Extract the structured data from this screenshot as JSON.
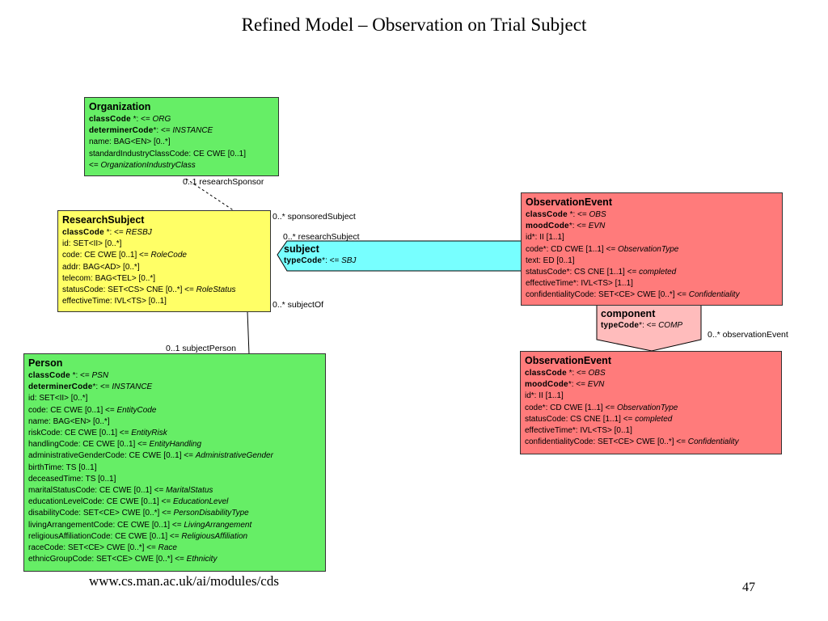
{
  "slide": {
    "title": "Refined Model – Observation on Trial Subject",
    "footer_url": "www.cs.man.ac.uk/ai/modules/cds",
    "page_number": "47"
  },
  "colors": {
    "organization": "#66ee66",
    "research_subject": "#ffff66",
    "person": "#66ee66",
    "observation_event": "#ff7b7b",
    "subject_participation": "#77ffff",
    "component_relationship": "#ffbcbc"
  },
  "organization": {
    "name": "Organization",
    "attrs": [
      [
        {
          "t": "classCode",
          "s": "b"
        },
        {
          "t": "  *: <= "
        },
        {
          "t": "ORG",
          "s": "i"
        }
      ],
      [
        {
          "t": "determinerCode",
          "s": "b"
        },
        {
          "t": "*: <= "
        },
        {
          "t": "INSTANCE",
          "s": "i"
        }
      ],
      [
        {
          "t": "name: BAG<EN> [0..*]"
        }
      ],
      [
        {
          "t": "standardIndustryClassCode: CE CWE [0..1]"
        }
      ],
      [
        {
          "t": " <= "
        },
        {
          "t": "OrganizationIndustryClass",
          "s": "i"
        }
      ]
    ]
  },
  "research_subject": {
    "name": "ResearchSubject",
    "attrs": [
      [
        {
          "t": "classCode",
          "s": "b"
        },
        {
          "t": "  *: <= "
        },
        {
          "t": "RESBJ",
          "s": "i"
        }
      ],
      [
        {
          "t": "id: SET<II> [0..*]"
        }
      ],
      [
        {
          "t": "code: CE CWE [0..1] <= "
        },
        {
          "t": "RoleCode",
          "s": "i"
        }
      ],
      [
        {
          "t": "addr:  BAG<AD>  [0..*]"
        }
      ],
      [
        {
          "t": "telecom: BAG<TEL> [0..*]"
        }
      ],
      [
        {
          "t": "statusCode: SET<CS> CNE [0..*] <= "
        },
        {
          "t": "RoleStatus",
          "s": "i"
        }
      ],
      [
        {
          "t": "effectiveTime:  IVL<TS>  [0..1]"
        }
      ]
    ]
  },
  "person": {
    "name": "Person",
    "attrs": [
      [
        {
          "t": "classCode",
          "s": "b"
        },
        {
          "t": "  *: <= "
        },
        {
          "t": "PSN",
          "s": "i"
        }
      ],
      [
        {
          "t": "determinerCode",
          "s": "b"
        },
        {
          "t": "*: <= "
        },
        {
          "t": "INSTANCE",
          "s": "i"
        }
      ],
      [
        {
          "t": "id: SET<II> [0..*]"
        }
      ],
      [
        {
          "t": "code: CE CWE [0..1] <= "
        },
        {
          "t": "EntityCode",
          "s": "i"
        }
      ],
      [
        {
          "t": "name: BAG<EN> [0..*]"
        }
      ],
      [
        {
          "t": "riskCode: CE CWE [0..1] <= "
        },
        {
          "t": "EntityRisk",
          "s": "i"
        }
      ],
      [
        {
          "t": "handlingCode: CE CWE [0..1] <= "
        },
        {
          "t": "EntityHandling",
          "s": "i"
        }
      ],
      [
        {
          "t": "administrativeGenderCode: CE CWE [0..1] <= "
        },
        {
          "t": "AdministrativeGender",
          "s": "i"
        }
      ],
      [
        {
          "t": "birthTime: TS [0..1]"
        }
      ],
      [
        {
          "t": "deceasedTime: TS [0..1]"
        }
      ],
      [
        {
          "t": "maritalStatusCode: CE CWE [0..1] <= "
        },
        {
          "t": "MaritalStatus",
          "s": "i"
        }
      ],
      [
        {
          "t": "educationLevelCode: CE CWE [0..1] <= "
        },
        {
          "t": "EducationLevel",
          "s": "i"
        }
      ],
      [
        {
          "t": "disabilityCode: SET<CE> CWE [0..*] <= "
        },
        {
          "t": "PersonDisabilityType",
          "s": "i"
        }
      ],
      [
        {
          "t": "livingArrangementCode: CE CWE [0..1] <= "
        },
        {
          "t": "LivingArrangement",
          "s": "i"
        }
      ],
      [
        {
          "t": "religiousAffiliationCode: CE CWE [0..1] <= "
        },
        {
          "t": "ReligiousAffiliation",
          "s": "i"
        }
      ],
      [
        {
          "t": "raceCode: SET<CE> CWE [0..*] <= "
        },
        {
          "t": "Race",
          "s": "i"
        }
      ],
      [
        {
          "t": "ethnicGroupCode: SET<CE> CWE [0..*] <= "
        },
        {
          "t": "Ethnicity",
          "s": "i"
        }
      ]
    ]
  },
  "observation_event_top": {
    "name": "ObservationEvent",
    "attrs": [
      [
        {
          "t": "classCode",
          "s": "b"
        },
        {
          "t": "  *: <= "
        },
        {
          "t": "OBS",
          "s": "i"
        }
      ],
      [
        {
          "t": "moodCode",
          "s": "b"
        },
        {
          "t": "*: <= "
        },
        {
          "t": "EVN",
          "s": "i"
        }
      ],
      [
        {
          "t": "id*: II [1..1]"
        }
      ],
      [
        {
          "t": "code*: CD CWE [1..1] <= "
        },
        {
          "t": "ObservationType",
          "s": "i"
        }
      ],
      [
        {
          "t": "text: ED  [0..1]"
        }
      ],
      [
        {
          "t": "statusCode*: CS CNE [1..1] <= "
        },
        {
          "t": "completed",
          "s": "i"
        }
      ],
      [
        {
          "t": "effectiveTime*:  IVL<TS>  [1..1]"
        }
      ],
      [
        {
          "t": "confidentialityCode: SET<CE> CWE [0..*] <= "
        },
        {
          "t": "Confidentiality",
          "s": "i"
        }
      ]
    ]
  },
  "observation_event_bottom": {
    "name": "ObservationEvent",
    "attrs": [
      [
        {
          "t": "classCode",
          "s": "b"
        },
        {
          "t": "  *: <= "
        },
        {
          "t": "OBS",
          "s": "i"
        }
      ],
      [
        {
          "t": "moodCode",
          "s": "b"
        },
        {
          "t": "*: <= "
        },
        {
          "t": "EVN",
          "s": "i"
        }
      ],
      [
        {
          "t": "id*: II [1..1]"
        }
      ],
      [
        {
          "t": "code*: CD CWE [1..1] <= "
        },
        {
          "t": "ObservationType",
          "s": "i"
        }
      ],
      [
        {
          "t": "statusCode: CS CNE [1..1] <= "
        },
        {
          "t": "completed",
          "s": "i"
        }
      ],
      [
        {
          "t": "effectiveTime*:  IVL<TS>  [0..1]"
        }
      ],
      [
        {
          "t": "confidentialityCode: SET<CE> CWE [0..*] <= "
        },
        {
          "t": "Confidentiality",
          "s": "i"
        }
      ]
    ]
  },
  "subject_participation": {
    "name": "subject",
    "attrs": [
      [
        {
          "t": "typeCode",
          "s": "b"
        },
        {
          "t": "*: <= "
        },
        {
          "t": "SBJ",
          "s": "i"
        }
      ]
    ]
  },
  "component_relationship": {
    "name": "component",
    "attrs": [
      [
        {
          "t": "typeCode",
          "s": "b"
        },
        {
          "t": "*: <= "
        },
        {
          "t": "COMP",
          "s": "i"
        }
      ]
    ]
  },
  "labels": {
    "research_sponsor": "0..1  researchSponsor",
    "sponsored_subject": "0..* sponsoredSubject",
    "research_subject_link": "0..*  researchSubject",
    "subject_of": "0..*  subjectOf",
    "subject_person": "0..1 subjectPerson",
    "observation_event_link": "0..*  observationEvent"
  }
}
